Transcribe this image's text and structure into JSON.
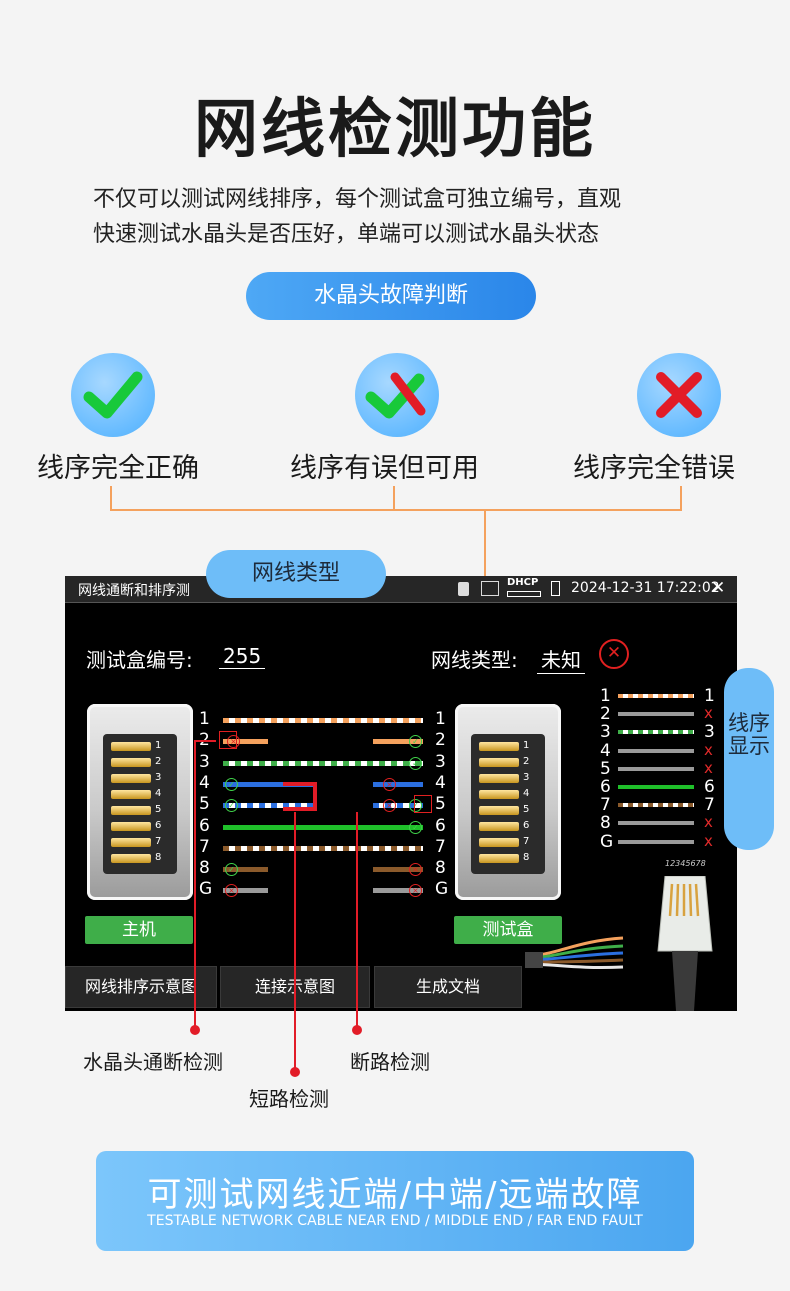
{
  "header": {
    "title": "网线检测功能",
    "description_line1": "不仅可以测试网线排序，每个测试盒可独立编号，直观",
    "description_line2": "快速测试水晶头是否压好，单端可以测试水晶头状态",
    "feature_pill": "水晶头故障判断"
  },
  "statuses": [
    {
      "label": "线序完全正确",
      "icon": "check-icon"
    },
    {
      "label": "线序有误但可用",
      "icon": "check-cross-icon"
    },
    {
      "label": "线序完全错误",
      "icon": "cross-icon"
    }
  ],
  "cable_type_pill": "网线类型",
  "sequence_pill": "线序显示",
  "screen": {
    "title": "网线通断和排序测",
    "datetime": "2024-12-31 17:22:02",
    "dhcp_label": "DHCP",
    "box_id_label": "测试盒编号:",
    "box_id_value": "255",
    "cable_type_label": "网线类型:",
    "cable_type_value": "未知",
    "host_button": "主机",
    "tester_button": "测试盒",
    "bottom_buttons": [
      "网线排序示意图",
      "连接示意图",
      "生成文档"
    ],
    "wire_labels": [
      "1",
      "2",
      "3",
      "4",
      "5",
      "6",
      "7",
      "8",
      "G"
    ],
    "connector_pins": [
      "1",
      "2",
      "3",
      "4",
      "5",
      "6",
      "7",
      "8"
    ],
    "sequence": [
      {
        "num": "1",
        "result": "1"
      },
      {
        "num": "2",
        "result": "x"
      },
      {
        "num": "3",
        "result": "3"
      },
      {
        "num": "4",
        "result": "x"
      },
      {
        "num": "5",
        "result": "x"
      },
      {
        "num": "6",
        "result": "6"
      },
      {
        "num": "7",
        "result": "7"
      },
      {
        "num": "8",
        "result": "x"
      },
      {
        "num": "G",
        "result": "x"
      }
    ],
    "plug_code": "12345678"
  },
  "callouts": {
    "crystal_head": "水晶头通断检测",
    "short_circuit": "短路检测",
    "open_circuit": "断路检测"
  },
  "footer": {
    "main": "可测试网线近端/中端/远端故障",
    "sub": "TESTABLE NETWORK CABLE NEAR END / MIDDLE END / FAR END FAULT"
  },
  "colors": {
    "accent_blue": "#2a86e9",
    "light_blue": "#6ebdf8",
    "connector_orange": "#f4a15d",
    "alert_red": "#e21c27",
    "ok_green": "#3fae49"
  }
}
